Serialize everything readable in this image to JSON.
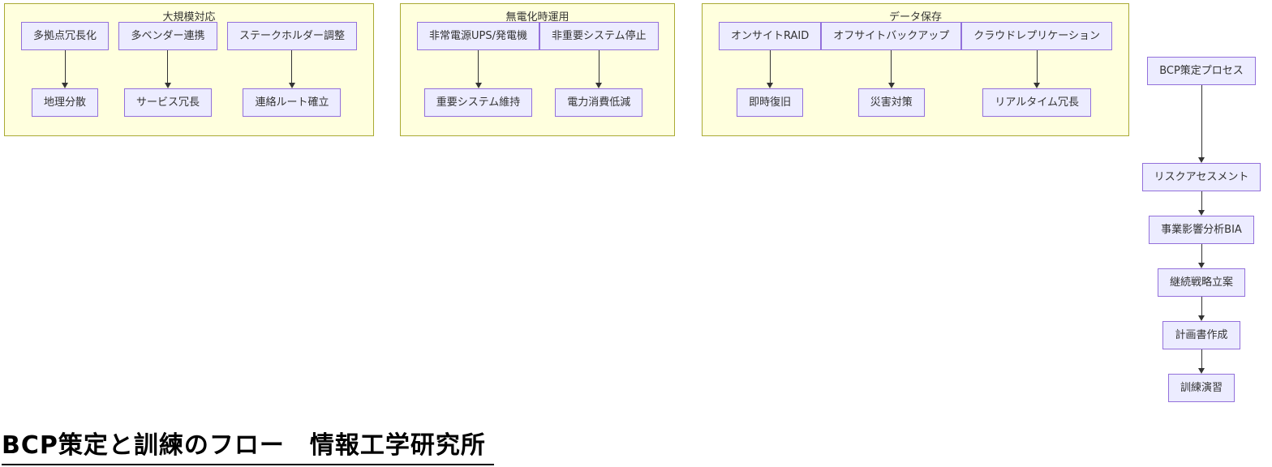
{
  "diagram": {
    "clusters": [
      {
        "title": "大規模対応",
        "pairs": [
          {
            "from": "多拠点冗長化",
            "to": "地理分散"
          },
          {
            "from": "多ベンダー連携",
            "to": "サービス冗長"
          },
          {
            "from": "ステークホルダー調整",
            "to": "連絡ルート確立"
          }
        ]
      },
      {
        "title": "無電化時運用",
        "pairs": [
          {
            "from": "非常電源UPS/発電機",
            "to": "重要システム維持"
          },
          {
            "from": "非重要システム停止",
            "to": "電力消費低減"
          }
        ]
      },
      {
        "title": "データ保存",
        "pairs": [
          {
            "from": "オンサイトRAID",
            "to": "即時復旧"
          },
          {
            "from": "オフサイトバックアップ",
            "to": "災害対策"
          },
          {
            "from": "クラウドレプリケーション",
            "to": "リアルタイム冗長"
          }
        ]
      }
    ],
    "process_flow": {
      "steps": [
        "BCP策定プロセス",
        "リスクアセスメント",
        "事業影響分析BIA",
        "継続戦略立案",
        "計画書作成",
        "訓練演習"
      ]
    },
    "caption": "BCP策定と訓練のフロー　情報工学研究所"
  },
  "colors": {
    "node_fill": "#ECECFF",
    "node_border": "#9370DB",
    "cluster_fill": "#FFFFDE",
    "cluster_border": "#AAAA33",
    "arrow": "#333333"
  }
}
